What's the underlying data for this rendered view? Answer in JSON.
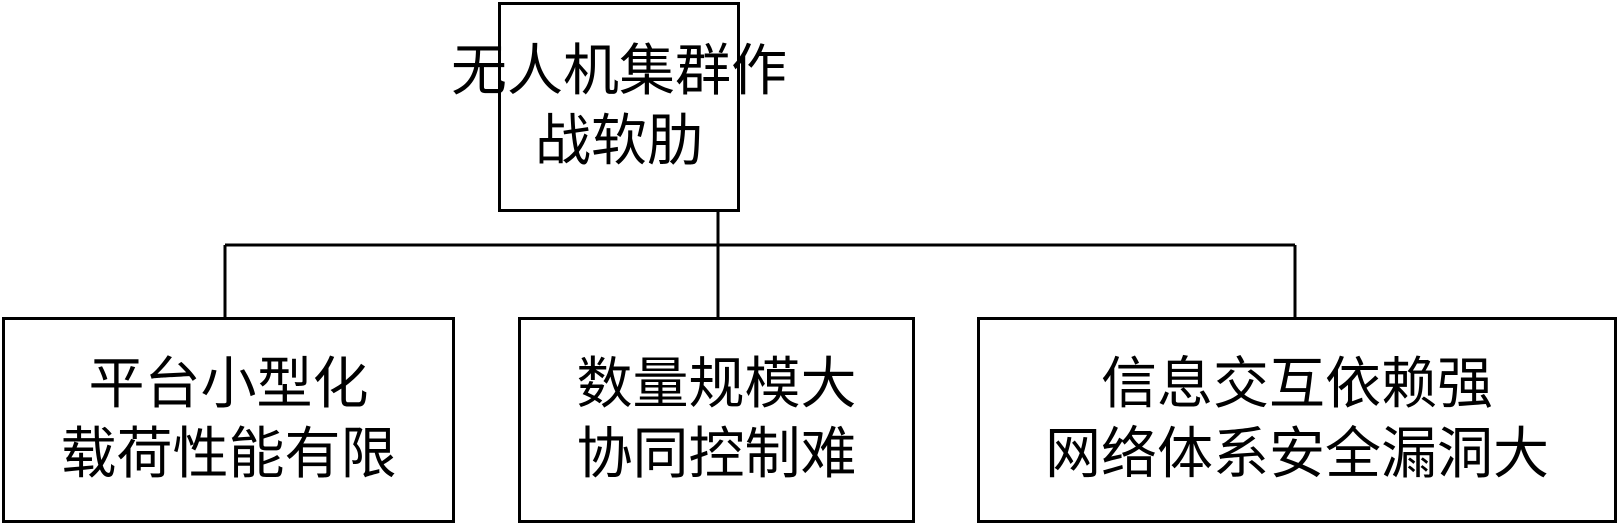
{
  "root": {
    "lines": [
      "无人机集群作",
      "战软肋"
    ]
  },
  "children": [
    {
      "lines": [
        "平台小型化",
        "载荷性能有限"
      ]
    },
    {
      "lines": [
        "数量规模大",
        "协同控制难"
      ]
    },
    {
      "lines": [
        "信息交互依赖强",
        "网络体系安全漏洞大"
      ]
    }
  ]
}
